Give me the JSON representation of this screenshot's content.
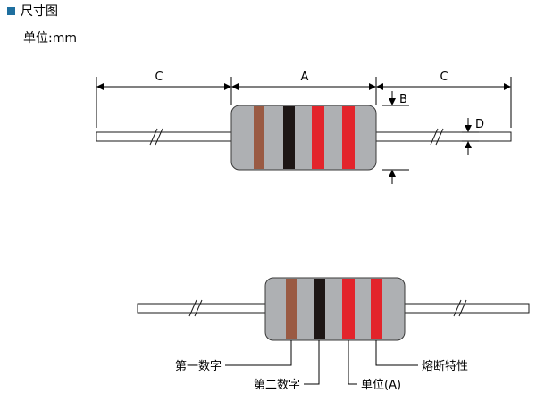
{
  "header": {
    "title": "尺寸图",
    "unit": "单位:mm"
  },
  "dimension_labels": {
    "c_left": "C",
    "a": "A",
    "c_right": "C",
    "b": "B",
    "d": "D"
  },
  "band_legend": {
    "first_digit": "第一数字",
    "second_digit": "第二数字",
    "multiplier": "单位(A)",
    "fuse_characteristic": "熔断特性"
  },
  "colors": {
    "title_bullet": "#1e6f9f",
    "body": "#aeb0b3",
    "band_brown": "#9a5a43",
    "band_black": "#1d1615",
    "band_red": "#e3242b"
  }
}
